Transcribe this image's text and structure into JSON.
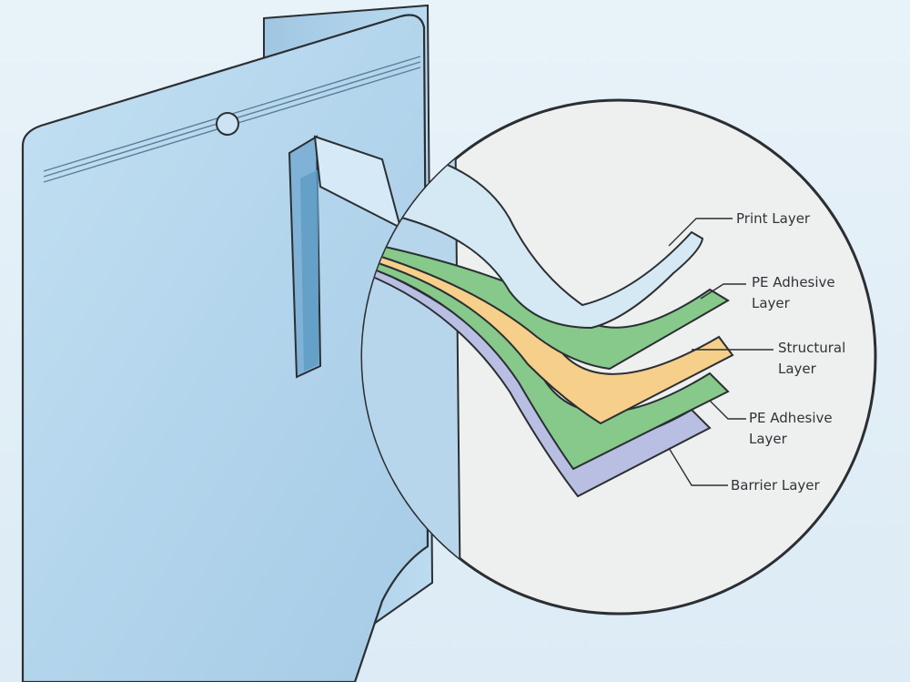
{
  "diagram": {
    "layers": [
      {
        "id": "print",
        "label_lines": [
          "Print Layer"
        ],
        "color": "#cfe7f2"
      },
      {
        "id": "pe-adhesive-top",
        "label_lines": [
          "PE Adhesive",
          "Layer"
        ],
        "color": "#86c98a"
      },
      {
        "id": "structural",
        "label_lines": [
          "Structural",
          "Layer"
        ],
        "color": "#f6cf8a"
      },
      {
        "id": "pe-adhesive-bottom",
        "label_lines": [
          "PE Adhesive",
          "Layer"
        ],
        "color": "#86c98a"
      },
      {
        "id": "barrier",
        "label_lines": [
          "Barrier Layer"
        ],
        "color": "#b9bfe2"
      }
    ],
    "colors": {
      "background": "#e3f0f8",
      "pouch": "#b9d8ee",
      "callout_fill": "#eef0ef",
      "outline": "#2b2f33"
    }
  }
}
